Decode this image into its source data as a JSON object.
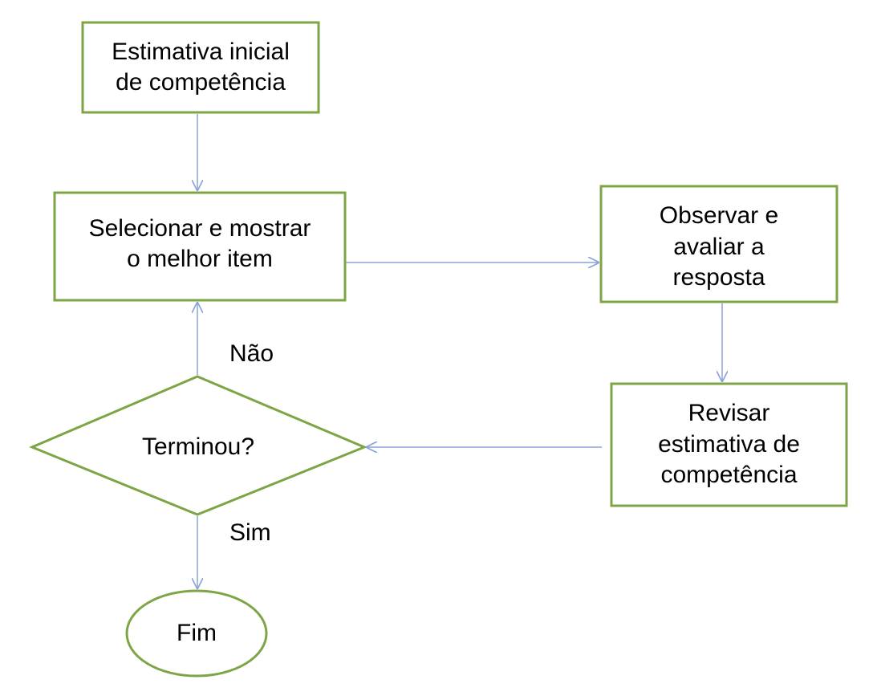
{
  "colors": {
    "node_border": "#7ea545",
    "arrow": "#8ca2d9",
    "text": "#000000",
    "background": "#ffffff"
  },
  "nodes": {
    "start": {
      "line1": "Estimativa inicial",
      "line2": "de competência"
    },
    "select": {
      "line1": "Selecionar e mostrar",
      "line2": "o melhor item"
    },
    "observe": {
      "line1": "Observar e",
      "line2": "avaliar a",
      "line3": "resposta"
    },
    "revise": {
      "line1": "Revisar",
      "line2": "estimativa de",
      "line3": "competência"
    },
    "decision": {
      "text": "Terminou?"
    },
    "end": {
      "text": "Fim"
    }
  },
  "edges": {
    "no_label": "Não",
    "yes_label": "Sim"
  }
}
